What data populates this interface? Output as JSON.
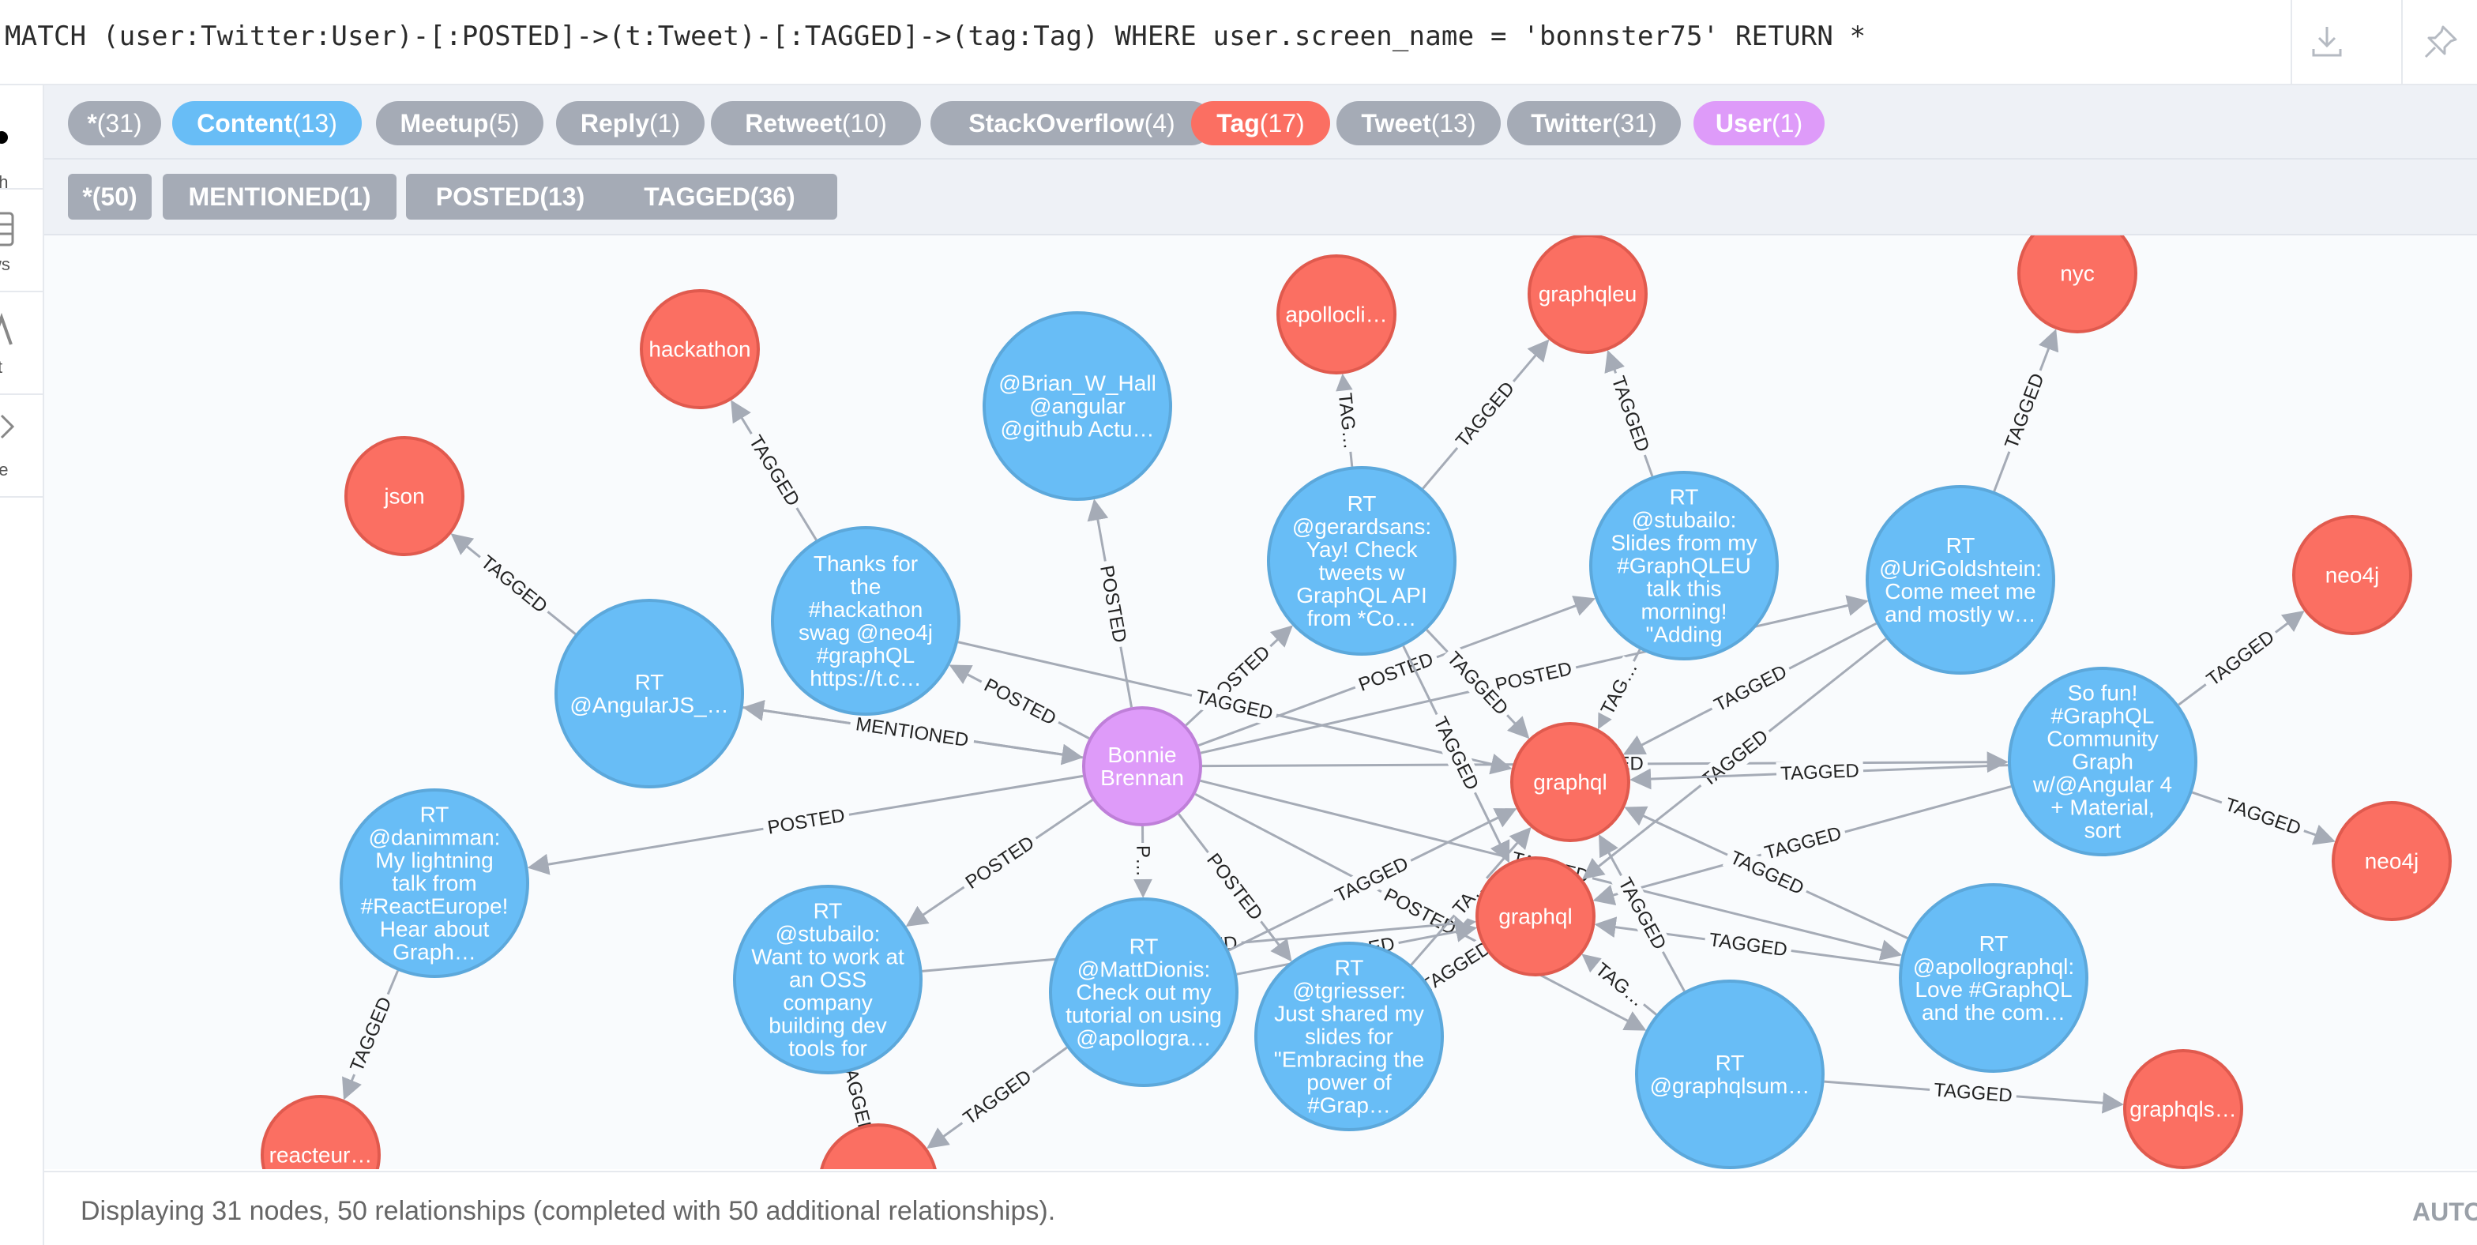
{
  "query": {
    "text": "MATCH (user:Twitter:User)-[:POSTED]->(t:Tweet)-[:TAGGED]->(tag:Tag) WHERE user.screen_name = 'bonnster75' RETURN *",
    "download_icon": "download-icon",
    "pin_icon": "pin-icon"
  },
  "sidebar": {
    "items": [
      {
        "icon": "graph-icon",
        "label": "ph"
      },
      {
        "icon": "table-icon",
        "label": "ws"
      },
      {
        "icon": "text-icon",
        "label": "ct"
      },
      {
        "icon": "code-icon",
        "label": "de"
      }
    ]
  },
  "labels": [
    {
      "name": "*",
      "count": "(31)",
      "color": "#a5abb6"
    },
    {
      "name": "Content",
      "count": "(13)",
      "color": "#68bdf6"
    },
    {
      "name": "Meetup",
      "count": "(5)",
      "color": "#a5abb6"
    },
    {
      "name": "Reply",
      "count": "(1)",
      "color": "#a5abb6"
    },
    {
      "name": "Retweet",
      "count": "(10)",
      "color": "#a5abb6"
    },
    {
      "name": "StackOverflow",
      "count": "(4)",
      "color": "#a5abb6"
    },
    {
      "name": "Tag",
      "count": "(17)",
      "color": "#fb6f62"
    },
    {
      "name": "Tweet",
      "count": "(13)",
      "color": "#a5abb6"
    },
    {
      "name": "Twitter",
      "count": "(31)",
      "color": "#a5abb6"
    },
    {
      "name": "User",
      "count": "(1)",
      "color": "#de9bf9"
    }
  ],
  "relationships": [
    {
      "name": "*",
      "count": "(50)"
    },
    {
      "name": "MENTIONED",
      "count": "(1)"
    },
    {
      "name": "POSTED",
      "count": "(13)"
    },
    {
      "name": "TAGGED",
      "count": "(36)"
    }
  ],
  "colors": {
    "tweet": "#68bdf6",
    "tweet_border": "#5ca8db",
    "tag": "#fb6f62",
    "tag_border": "#e05a4e",
    "user": "#de9bf9",
    "user_border": "#bf7fd9",
    "edge": "#a5abb6"
  },
  "graph": {
    "nodes": [
      {
        "id": "user",
        "type": "user",
        "lines": [
          "Bonnie",
          "Brennan"
        ]
      },
      {
        "id": "brian",
        "type": "tweet",
        "lines": [
          "@Brian_W_Hall",
          "@angular",
          "@github Actu…"
        ]
      },
      {
        "id": "gerard",
        "type": "tweet",
        "lines": [
          "RT",
          "@gerardsans:",
          "Yay! Check",
          "tweets w",
          "GraphQL API",
          "from *Co…"
        ]
      },
      {
        "id": "stub1",
        "type": "tweet",
        "lines": [
          "RT",
          "@stubailo:",
          "Slides from my",
          "#GraphQLEU",
          "talk this",
          "morning!",
          "\"Adding"
        ]
      },
      {
        "id": "uri",
        "type": "tweet",
        "lines": [
          "RT",
          "@UriGoldshtein:",
          "Come meet me",
          "and mostly w…"
        ]
      },
      {
        "id": "hackt",
        "type": "tweet",
        "lines": [
          "Thanks for",
          "the",
          "#hackathon",
          "swag @neo4j",
          "#graphQL",
          "https://t.c…"
        ]
      },
      {
        "id": "angjs",
        "type": "tweet",
        "lines": [
          "RT",
          "@AngularJS_…"
        ]
      },
      {
        "id": "fun",
        "type": "tweet",
        "lines": [
          "So fun!",
          "#GraphQL",
          "Community",
          "Graph",
          "w/@Angular 4",
          "+ Material,",
          "sort"
        ]
      },
      {
        "id": "dan",
        "type": "tweet",
        "lines": [
          "RT",
          "@danimman:",
          "My lightning",
          "talk from",
          "#ReactEurope!",
          "Hear about",
          "Graph…"
        ]
      },
      {
        "id": "stub2",
        "type": "tweet",
        "lines": [
          "RT",
          "@stubailo:",
          "Want to work at",
          "an OSS",
          "company",
          "building dev",
          "tools for"
        ]
      },
      {
        "id": "matt",
        "type": "tweet",
        "lines": [
          "RT",
          "@MattDionis:",
          "Check out my",
          "tutorial on using",
          "@apollogra…"
        ]
      },
      {
        "id": "tgr",
        "type": "tweet",
        "lines": [
          "RT",
          "@tgriesser:",
          "Just shared my",
          "slides for",
          "\"Embracing the",
          "power of",
          "#Grap…"
        ]
      },
      {
        "id": "apollo",
        "type": "tweet",
        "lines": [
          "RT",
          "@apollographql:",
          "Love #GraphQL",
          "and the com…"
        ]
      },
      {
        "id": "gsum",
        "type": "tweet",
        "lines": [
          "RT",
          "@graphqlsum…"
        ]
      },
      {
        "id": "hackathon",
        "type": "tag",
        "lines": [
          "hackathon"
        ]
      },
      {
        "id": "json",
        "type": "tag",
        "lines": [
          "json"
        ]
      },
      {
        "id": "apollocli",
        "type": "tag",
        "lines": [
          "apollocli…"
        ]
      },
      {
        "id": "graphqleu",
        "type": "tag",
        "lines": [
          "graphqleu"
        ]
      },
      {
        "id": "nyc",
        "type": "tag",
        "lines": [
          "nyc"
        ]
      },
      {
        "id": "neo4j1",
        "type": "tag",
        "lines": [
          "neo4j"
        ]
      },
      {
        "id": "neo4j2",
        "type": "tag",
        "lines": [
          "neo4j"
        ]
      },
      {
        "id": "graphql1",
        "type": "tag",
        "lines": [
          "graphql"
        ]
      },
      {
        "id": "graphql2",
        "type": "tag",
        "lines": [
          "graphql"
        ]
      },
      {
        "id": "reacteur",
        "type": "tag",
        "lines": [
          "reacteur…"
        ]
      },
      {
        "id": "graphqls",
        "type": "tag",
        "lines": [
          "graphqls…"
        ]
      },
      {
        "id": "tagb",
        "type": "tag",
        "lines": []
      }
    ],
    "edges": [
      {
        "from": "user",
        "to": "brian",
        "label": "POSTED"
      },
      {
        "from": "user",
        "to": "gerard",
        "label": "POSTED"
      },
      {
        "from": "user",
        "to": "stub1",
        "label": "POSTED"
      },
      {
        "from": "user",
        "to": "uri",
        "label": "POSTED"
      },
      {
        "from": "user",
        "to": "hackt",
        "label": "POSTED"
      },
      {
        "from": "user",
        "to": "angjs",
        "label": "POSTED"
      },
      {
        "from": "angjs",
        "to": "user",
        "label": "MENTIONED"
      },
      {
        "from": "user",
        "to": "dan",
        "label": "POSTED"
      },
      {
        "from": "user",
        "to": "stub2",
        "label": "POSTED"
      },
      {
        "from": "user",
        "to": "matt",
        "label": "P…"
      },
      {
        "from": "user",
        "to": "tgr",
        "label": "POSTED"
      },
      {
        "from": "user",
        "to": "gsum",
        "label": "POSTED"
      },
      {
        "from": "user",
        "to": "fun",
        "label": "TAGGED"
      },
      {
        "from": "user",
        "to": "apollo",
        "label": "TAGGED"
      },
      {
        "from": "hackt",
        "to": "hackathon",
        "label": "TAGGED"
      },
      {
        "from": "hackt",
        "to": "graphql1",
        "label": "TAGGED"
      },
      {
        "from": "angjs",
        "to": "json",
        "label": "TAGGED"
      },
      {
        "from": "gerard",
        "to": "apollocli",
        "label": "TAG…"
      },
      {
        "from": "gerard",
        "to": "graphqleu",
        "label": "TAGGED"
      },
      {
        "from": "gerard",
        "to": "graphql1",
        "label": "TAGGED"
      },
      {
        "from": "gerard",
        "to": "graphql2",
        "label": "TAGGED"
      },
      {
        "from": "stub1",
        "to": "graphqleu",
        "label": "TAGGED"
      },
      {
        "from": "stub1",
        "to": "graphql1",
        "label": "TAG…"
      },
      {
        "from": "uri",
        "to": "nyc",
        "label": "TAGGED"
      },
      {
        "from": "uri",
        "to": "graphql1",
        "label": "TAGGED"
      },
      {
        "from": "uri",
        "to": "graphql2",
        "label": "TAGGED"
      },
      {
        "from": "fun",
        "to": "neo4j1",
        "label": "TAGGED"
      },
      {
        "from": "fun",
        "to": "neo4j2",
        "label": "TAGGED"
      },
      {
        "from": "fun",
        "to": "graphql1",
        "label": "TAGGED"
      },
      {
        "from": "fun",
        "to": "graphql2",
        "label": "TAGGED"
      },
      {
        "from": "apollo",
        "to": "graphql1",
        "label": "TAGGED"
      },
      {
        "from": "apollo",
        "to": "graphql2",
        "label": "TAGGED"
      },
      {
        "from": "dan",
        "to": "reacteur",
        "label": "TAGGED"
      },
      {
        "from": "stub2",
        "to": "graphql2",
        "label": "TAGGED"
      },
      {
        "from": "stub2",
        "to": "tagb",
        "label": "TAGGED"
      },
      {
        "from": "matt",
        "to": "graphql1",
        "label": "TAGGED"
      },
      {
        "from": "matt",
        "to": "graphql2",
        "label": "TAGGED"
      },
      {
        "from": "matt",
        "to": "tagb",
        "label": "TAGGED"
      },
      {
        "from": "tgr",
        "to": "graphql1",
        "label": "TA…"
      },
      {
        "from": "tgr",
        "to": "graphql2",
        "label": "TAGGED"
      },
      {
        "from": "gsum",
        "to": "graphql1",
        "label": "TAGGED"
      },
      {
        "from": "gsum",
        "to": "graphql2",
        "label": "TAG…"
      },
      {
        "from": "gsum",
        "to": "graphqls",
        "label": "TAGGED"
      }
    ]
  },
  "footer": {
    "status": "Displaying 31 nodes, 50 relationships (completed with 50 additional relationships).",
    "auto": "AUTO"
  }
}
